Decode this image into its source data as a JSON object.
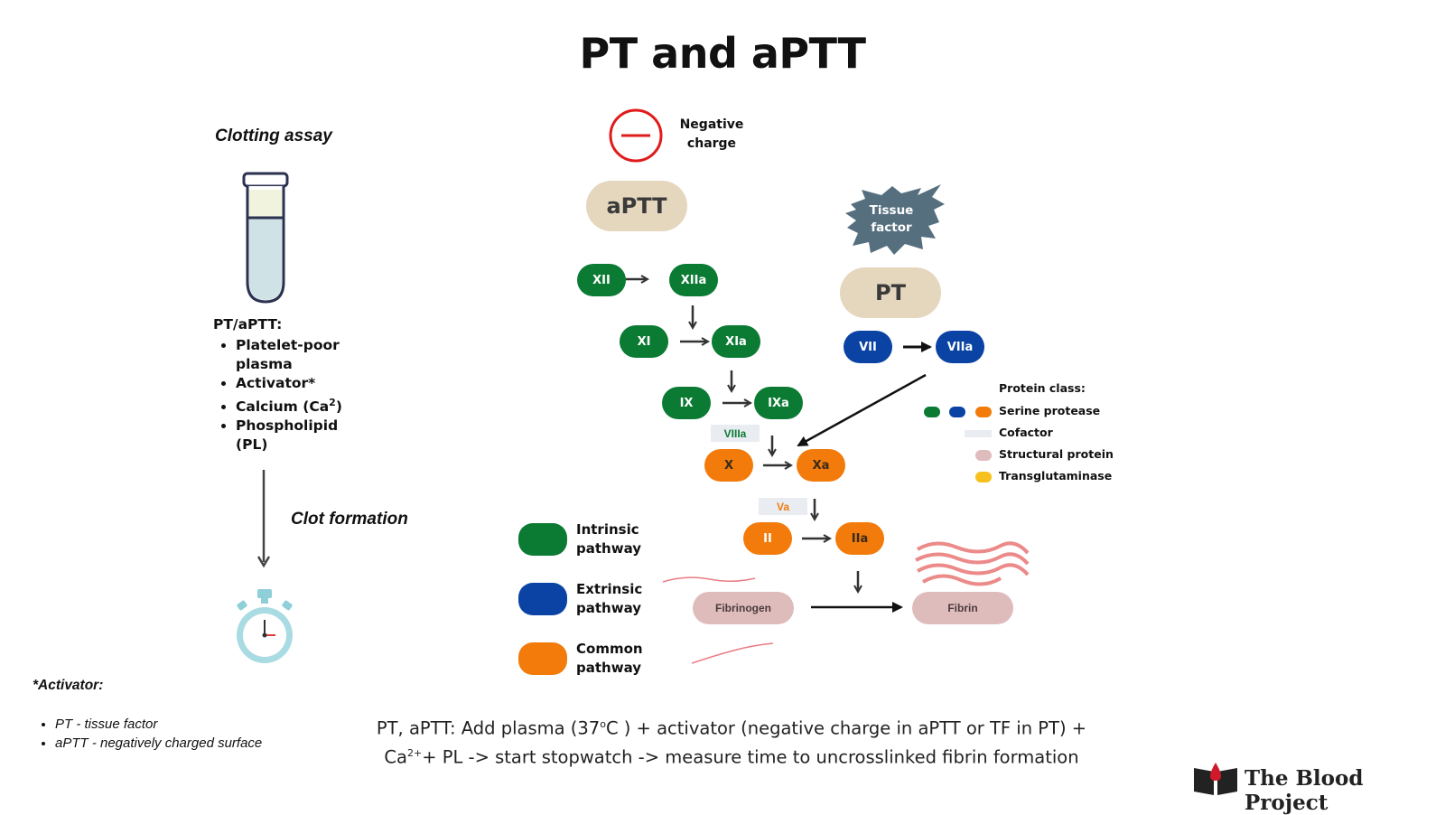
{
  "title": "PT and aPTT",
  "assay": {
    "heading": "Clotting assay",
    "list_title": "PT/aPTT:",
    "items": [
      "Platelet-poor plasma",
      "Activator*",
      "Calcium (Ca",
      "Phospholipid (PL)"
    ],
    "calcium_sup": "2",
    "calcium_close": ")",
    "clot_label": "Clot formation"
  },
  "activator": {
    "heading": "*Activator:",
    "items": [
      "PT - tissue factor",
      "aPTT - negatively charged surface"
    ]
  },
  "negative": {
    "line1": "Negative",
    "line2": "charge"
  },
  "tissue": {
    "line1": "Tissue",
    "line2": "factor"
  },
  "tests": {
    "aptt": "aPTT",
    "pt": "PT"
  },
  "factors": {
    "xii": "XII",
    "xiia": "XIIa",
    "xi": "XI",
    "xia": "XIa",
    "ix": "IX",
    "ixa": "IXa",
    "viiia": "VIIIa",
    "x": "X",
    "xa": "Xa",
    "va": "Va",
    "ii": "II",
    "iia": "IIa",
    "vii": "VII",
    "viia": "VIIa",
    "fibrinogen": "Fibrinogen",
    "fibrin": "Fibrin"
  },
  "pathway_legend": [
    {
      "line1": "Intrinsic",
      "line2": "pathway",
      "color": "#0b7a33"
    },
    {
      "line1": "Extrinsic",
      "line2": "pathway",
      "color": "#0a43a3"
    },
    {
      "line1": "Common",
      "line2": "pathway",
      "color": "#f27b0b"
    }
  ],
  "protein_class": {
    "title": "Protein class:",
    "items": [
      "Serine protease",
      "Cofactor",
      "Structural protein",
      "Transglutaminase"
    ],
    "colors": {
      "green": "#0b7a33",
      "blue": "#0a43a3",
      "orange": "#f27b0b",
      "cofactor": "#e9edf2",
      "structural": "#dfbcbc",
      "transglutaminase": "#f7c01c"
    }
  },
  "note": {
    "p1": "PT, aPTT: Add plasma (37",
    "sup1": "o",
    "p2": "C ) + activator (negative charge in aPTT or TF in PT) +",
    "p3": "Ca",
    "sup2": "2+",
    "p4": "+ PL -> start stopwatch -> measure time to uncrosslinked fibrin formation"
  },
  "logo": "The Blood Project"
}
